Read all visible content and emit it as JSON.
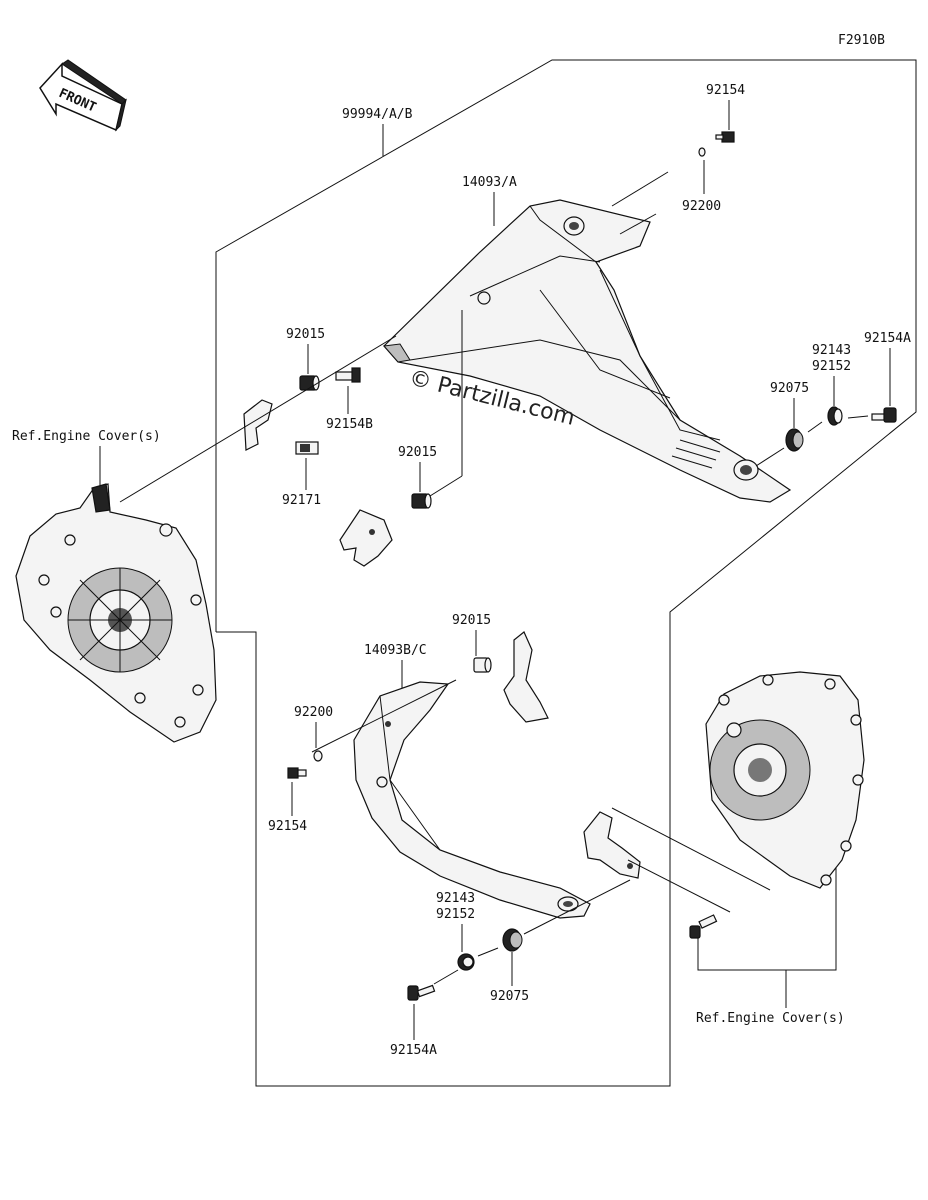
{
  "figure_code": "F2910B",
  "direction_label": "FRONT",
  "watermark": "© Partzilla.com",
  "labels": {
    "kit": "99994/A/B",
    "p92154_top": "92154",
    "p92200_top": "92200",
    "p14093A": "14093/A",
    "p92015_a": "92015",
    "p92154B": "92154B",
    "p92171": "92171",
    "p92015_b": "92015",
    "ref_engine_left": "Ref.Engine Cover(s)",
    "p92143_top": "92143",
    "p92152_top": "92152",
    "p92154A_top": "92154A",
    "p92075_top": "92075",
    "p92015_c": "92015",
    "p14093BC": "14093B/C",
    "p92200_mid": "92200",
    "p92154_mid": "92154",
    "p92143_bot": "92143",
    "p92152_bot": "92152",
    "p92075_bot": "92075",
    "p92154A_bot": "92154A",
    "ref_engine_right": "Ref.Engine Cover(s)"
  }
}
